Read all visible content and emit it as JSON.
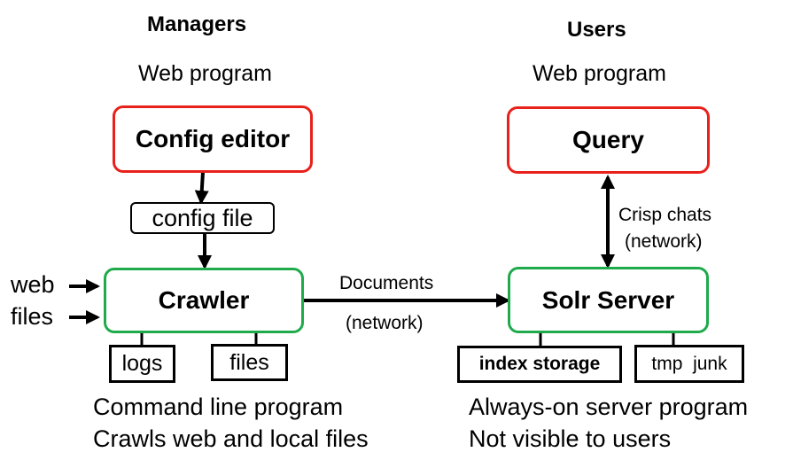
{
  "left": {
    "heading": "Managers",
    "subheading": "Web program",
    "config_editor": "Config editor",
    "config_file": "config file",
    "crawler": "Crawler",
    "input_web": "web",
    "input_files": "files",
    "logs": "logs",
    "files": "files",
    "desc_line1": "Command line program",
    "desc_line2": "Crawls web and local files"
  },
  "right": {
    "heading": "Users",
    "subheading": "Web program",
    "query": "Query",
    "chat_line1": "Crisp chats",
    "chat_line2": "(network)",
    "solr": "Solr Server",
    "index_storage": "index storage",
    "tmp_junk": "tmp  junk",
    "desc_line1": "Always-on server program",
    "desc_line2": "Not visible to users"
  },
  "link": {
    "line1": "Documents",
    "line2": "(network)"
  },
  "colors": {
    "web_program_border": "#e8211b",
    "process_border": "#1faa4b",
    "file_border": "#000000"
  }
}
